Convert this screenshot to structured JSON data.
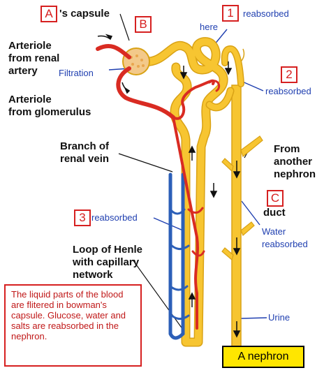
{
  "labels": {
    "capsule": "'s capsule",
    "arteriole_renal_1": "Arteriole",
    "arteriole_renal_2": "from renal",
    "arteriole_renal_3": "artery",
    "arteriole_glom_1": "Arteriole",
    "arteriole_glom_2": "from glomerulus",
    "branch_1": "Branch of",
    "branch_2": "renal vein",
    "loop_1": "Loop of Henle",
    "loop_2": "with capillary",
    "loop_3": "network",
    "from_1": "From",
    "from_2": "another",
    "from_3": "nephron",
    "duct": "duct"
  },
  "annotations": {
    "reabsorbed_1": "reabsorbed",
    "here": "here",
    "filtration": "Filtration",
    "reabsorbed_2": "reabsorbed",
    "reabsorbed_3": "reabsorbed",
    "water_1": "Water",
    "water_2": "reabsorbed",
    "urine": "Urine"
  },
  "boxes": {
    "a": "A",
    "b": "B",
    "one": "1",
    "two": "2",
    "three": "3",
    "c": "C"
  },
  "note": "The liquid parts of the blood are flitered in bowman's capsule. Glucose, water and salts are reabsorbed in the nephron.",
  "title": "A nephron",
  "colors": {
    "tubule": "#f7c531",
    "tubule_edge": "#d9a215",
    "artery": "#d92b22",
    "vein": "#2c5fb8",
    "annotation": "#1f3fb0",
    "box": "#d62020",
    "title_bg": "#ffe600"
  }
}
